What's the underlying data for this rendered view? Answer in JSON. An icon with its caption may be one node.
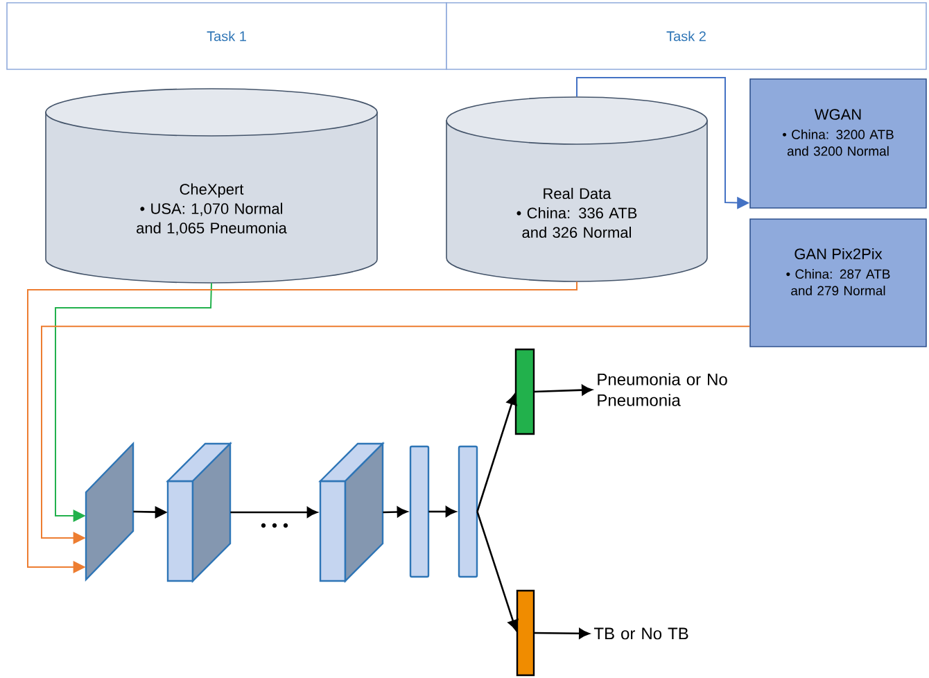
{
  "diagram": {
    "nodes": [
      {
        "text": [
          "Task 1"
        ]
      },
      {
        "text": [
          "Task 2"
        ]
      },
      {
        "text": [
          "CheXpert",
          "• USA: 1,070 Normal and 1,065 Pneumonia"
        ]
      },
      {
        "text": [
          "Real Data",
          "• China: 336 ATB and 326 Normal"
        ]
      },
      {
        "text": [
          "WGAN",
          "• China: 3200 ATB and 3200 Normal"
        ]
      },
      {
        "text": [
          "GAN Pix2Pix",
          "• China: 287 ATB and 279 Normal"
        ]
      },
      {
        "text": [],
        "shape": "box"
      },
      {
        "text": [],
        "shape": "box"
      },
      {
        "text": [],
        "shape": "box"
      },
      {
        "text": [],
        "shape": "bar"
      },
      {
        "text": [],
        "shape": "bar"
      },
      {
        "text": [],
        "shape": "bar"
      },
      {
        "text": [],
        "shape": "bar"
      },
      {
        "text": [
          "Pneumonia or No Pneumonia"
        ]
      },
      {
        "text": [
          "TB or No TB"
        ]
      }
    ],
    "edges": [
      {
        "from": 3,
        "to": 4,
        "arrow": "to",
        "color": "#4472c4"
      },
      {
        "from": 2,
        "to": 6,
        "arrow": "to",
        "color": "#22b14c"
      },
      {
        "from": 3,
        "to": 6,
        "arrow": "to",
        "color": "#ed7d31"
      },
      {
        "from": 5,
        "to": 6,
        "arrow": "to",
        "color": "#ed7d31"
      },
      {
        "from": 6,
        "to": 7,
        "arrow": "to"
      },
      {
        "from": 7,
        "to": 8,
        "arrow": "to"
      },
      {
        "from": 8,
        "to": 9,
        "arrow": "to"
      },
      {
        "from": 9,
        "to": 10,
        "arrow": "to"
      },
      {
        "from": 10,
        "to": 11,
        "arrow": "to"
      },
      {
        "from": 10,
        "to": 12,
        "arrow": "to"
      },
      {
        "from": 11,
        "to": 13,
        "arrow": "to"
      },
      {
        "from": 12,
        "to": 14,
        "arrow": "to"
      }
    ]
  }
}
